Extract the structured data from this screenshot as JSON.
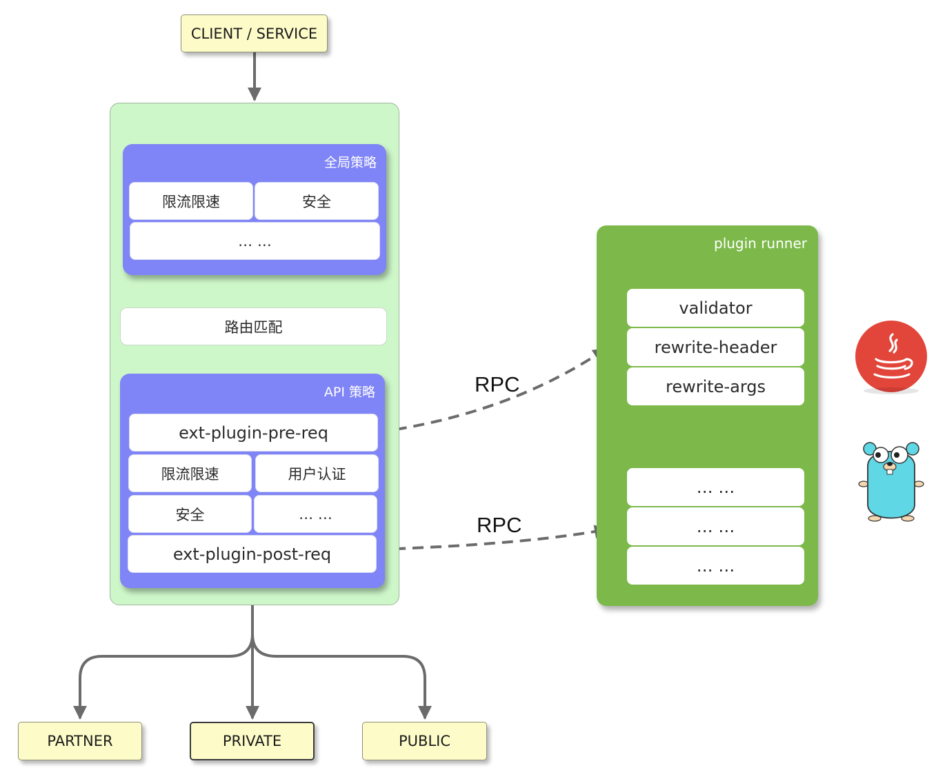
{
  "client": {
    "label": "CLIENT / SERVICE"
  },
  "global_policy": {
    "title": "全局策略",
    "items": [
      "限流限速",
      "安全",
      "… …"
    ]
  },
  "route": {
    "label": "路由匹配"
  },
  "api_policy": {
    "title": "API 策略",
    "pre_req": "ext-plugin-pre-req",
    "items": [
      "限流限速",
      "用户认证",
      "安全",
      "… …"
    ],
    "post_req": "ext-plugin-post-req"
  },
  "rpc_labels": [
    "RPC",
    "RPC"
  ],
  "plugin_runner": {
    "title": "plugin runner",
    "group1": [
      "validator",
      "rewrite-header",
      "rewrite-args"
    ],
    "group2": [
      "… …",
      "… …",
      "… …"
    ]
  },
  "targets": [
    {
      "label": "PARTNER"
    },
    {
      "label": "PRIVATE"
    },
    {
      "label": "PUBLIC"
    }
  ],
  "icons": [
    "java-icon",
    "go-gopher-icon"
  ],
  "colors": {
    "endpoint": "#fdfcc9",
    "gateway": "#cdf7c9",
    "policy": "#7f84f6",
    "runner": "#7cb94a",
    "java": "#e2453a",
    "gopher": "#5fd7e4"
  }
}
